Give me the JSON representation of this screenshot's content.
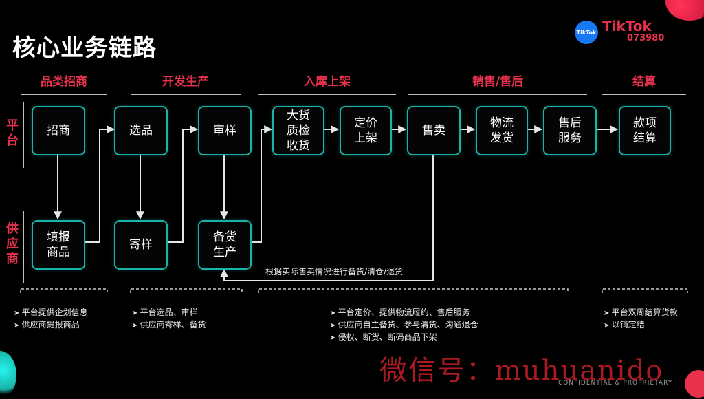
{
  "title": "核心业务链路",
  "phases": [
    "品类招商",
    "开发生产",
    "入库上架",
    "销售/售后",
    "结算"
  ],
  "row_labels": {
    "platform": "平台",
    "supplier": "供应商"
  },
  "boxes": {
    "zhaoshang": "招商",
    "tianbao": "填报\n商品",
    "xuanpin": "选品",
    "jiyang": "寄样",
    "shenyang": "审样",
    "beihuo": "备货\n生产",
    "dahuo": "大货\n质检\n收货",
    "dingjia": "定价\n上架",
    "shoumai": "售卖",
    "wuliu": "物流\n发货",
    "shouhou": "售后\n服务",
    "kuanxiang": "款项\n结算"
  },
  "feedback_note": "根据实际售卖情况进行备货/清仓/退货",
  "notes": {
    "n1": [
      "平台提供企划信息",
      "供应商提报商品"
    ],
    "n2": [
      "平台选品、审样",
      "供应商寄样、备货"
    ],
    "n3": [
      "平台定价、提供物流履约、售后服务",
      "供应商自主备货、参与清货、沟通退仓",
      "侵权、断货、断码商品下架"
    ],
    "n4": [
      "平台双周结算货款",
      "以销定结"
    ]
  },
  "logo": {
    "name": "TikTok",
    "badge": "TikTok",
    "number": "073980"
  },
  "watermark": "微信号：muhuanido",
  "footer": "CONFIDENTIAL & PROPRIETARY",
  "colors": {
    "accent_red": "#e8324d",
    "box_border": "#19b3a8",
    "background": "#000000"
  }
}
